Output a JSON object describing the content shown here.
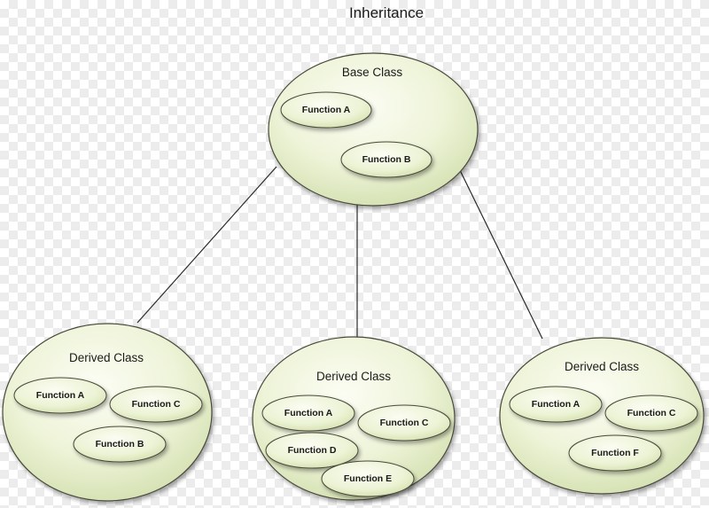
{
  "title": "Inheritance",
  "colors": {
    "ellipse_fill_light": "#f7faec",
    "ellipse_fill_dark": "#d2dfae",
    "ellipse_stroke": "#4a4a3c",
    "connector": "#2a2a2a"
  },
  "base": {
    "label": "Base Class",
    "functions": [
      "Function A",
      "Function B"
    ]
  },
  "derived": [
    {
      "label": "Derived Class",
      "functions": [
        "Function A",
        "Function C",
        "Function B"
      ]
    },
    {
      "label": "Derived Class",
      "functions": [
        "Function A",
        "Function C",
        "Function D",
        "Function E"
      ]
    },
    {
      "label": "Derived Class",
      "functions": [
        "Function A",
        "Function C",
        "Function F"
      ]
    }
  ]
}
